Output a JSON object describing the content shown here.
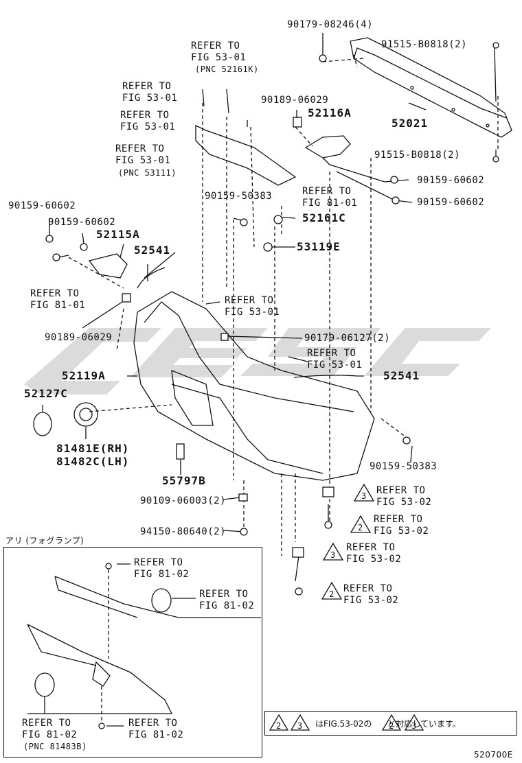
{
  "watermark": {
    "text": "cesc",
    "color": "#c8c8c8"
  },
  "labels": {
    "p90179_08246": "90179-08246(4)",
    "p91515_b0818_top": "91515-B0818(2)",
    "refer_fig5301_a_l1": "REFER TO",
    "refer_fig5301_a_l2": "FIG 53-01",
    "refer_fig5301_a_l3": "(PNC 52161K)",
    "refer_fig5301_b_l1": "REFER TO",
    "refer_fig5301_b_l2": "FIG 53-01",
    "p90189_06029_top": "90189-06029",
    "p52116a": "52116A",
    "refer_fig5301_c_l1": "REFER TO",
    "refer_fig5301_c_l2": "FIG 53-01",
    "p52021": "52021",
    "refer_fig5301_d_l1": "REFER TO",
    "refer_fig5301_d_l2": "FIG 53-01",
    "refer_fig5301_d_l3": "(PNC 53111)",
    "p91515_b0818_mid": "91515-B0818(2)",
    "p90159_60602_r1": "90159-60602",
    "refer_fig8101_a_l1": "REFER TO",
    "refer_fig8101_a_l2": "FIG 81-01",
    "p90159_60602_r2": "90159-60602",
    "p90159_50383_top": "90159-50383",
    "p90159_60602_l1": "90159-60602",
    "p52161c": "52161C",
    "p90159_60602_l2": "90159-60602",
    "p52115a": "52115A",
    "p53119e": "53119E",
    "p52541_top": "52541",
    "refer_fig8101_b_l1": "REFER TO",
    "refer_fig8101_b_l2": "FIG 81-01",
    "refer_fig5301_e_l1": "REFER TO",
    "refer_fig5301_e_l2": "FIG 53-01",
    "p90189_06029_left": "90189-06029",
    "p90179_06127": "90179-06127(2)",
    "refer_fig5301_f_l1": "REFER TO",
    "refer_fig5301_f_l2": "FIG 53-01",
    "p52119a": "52119A",
    "p52541_right": "52541",
    "p52127c": "52127C",
    "p81481e": "81481E(RH)",
    "p81482c": "81482C(LH)",
    "p90159_50383_bot": "90159-50383",
    "p55797b": "55797B",
    "refer_fig5302_a_l1": "REFER TO",
    "refer_fig5302_a_l2": "FIG 53-02",
    "p90109_06003": "90109-06003(2)",
    "refer_fig5302_b_l1": "REFER TO",
    "refer_fig5302_b_l2": "FIG 53-02",
    "p94150_80640": "94150-80640(2)",
    "refer_fig5302_c_l1": "REFER TO",
    "refer_fig5302_c_l2": "FIG 53-02",
    "refer_fig5302_d_l1": "REFER TO",
    "refer_fig5302_d_l2": "FIG 53-02",
    "inset_title": "アリ (フォグランプ)",
    "inset_refer_a_l1": "REFER TO",
    "inset_refer_a_l2": "FIG 81-02",
    "inset_refer_b_l1": "REFER TO",
    "inset_refer_b_l2": "FIG 81-02",
    "inset_refer_c_l1": "REFER TO",
    "inset_refer_c_l2": "FIG 81-02",
    "inset_refer_c_l3": "(PNC 81483B)",
    "inset_refer_d_l1": "REFER TO",
    "inset_refer_d_l2": "FIG 81-02",
    "tri2": "2",
    "tri3": "3",
    "note_text": "はFIG.53-02の      と対応しています。",
    "figure_code": "520700E"
  }
}
